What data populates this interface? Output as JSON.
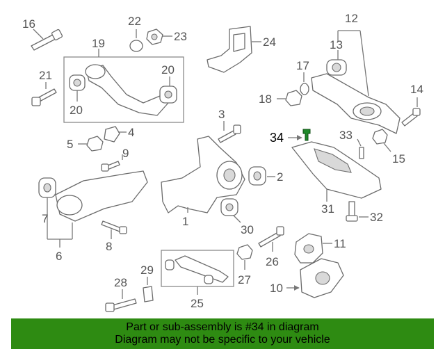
{
  "callouts": {
    "c1": "1",
    "c2": "2",
    "c3": "3",
    "c4": "4",
    "c5": "5",
    "c6": "6",
    "c7": "7",
    "c8": "8",
    "c9": "9",
    "c10": "10",
    "c11": "11",
    "c12": "12",
    "c13": "13",
    "c14": "14",
    "c15": "15",
    "c16": "16",
    "c17": "17",
    "c18": "18",
    "c19": "19",
    "c20a": "20",
    "c20b": "20",
    "c21": "21",
    "c22": "22",
    "c23": "23",
    "c24": "24",
    "c25": "25",
    "c26": "26",
    "c27": "27",
    "c28": "28",
    "c29": "29",
    "c30": "30",
    "c31": "31",
    "c32": "32",
    "c33": "33",
    "c34": "34"
  },
  "highlight_color": "#1f8a2a",
  "banner": {
    "line1": "Part or sub-assembly is #34 in diagram",
    "line2": "Diagram may not be specific to your vehicle",
    "background": "#2e8b12"
  }
}
